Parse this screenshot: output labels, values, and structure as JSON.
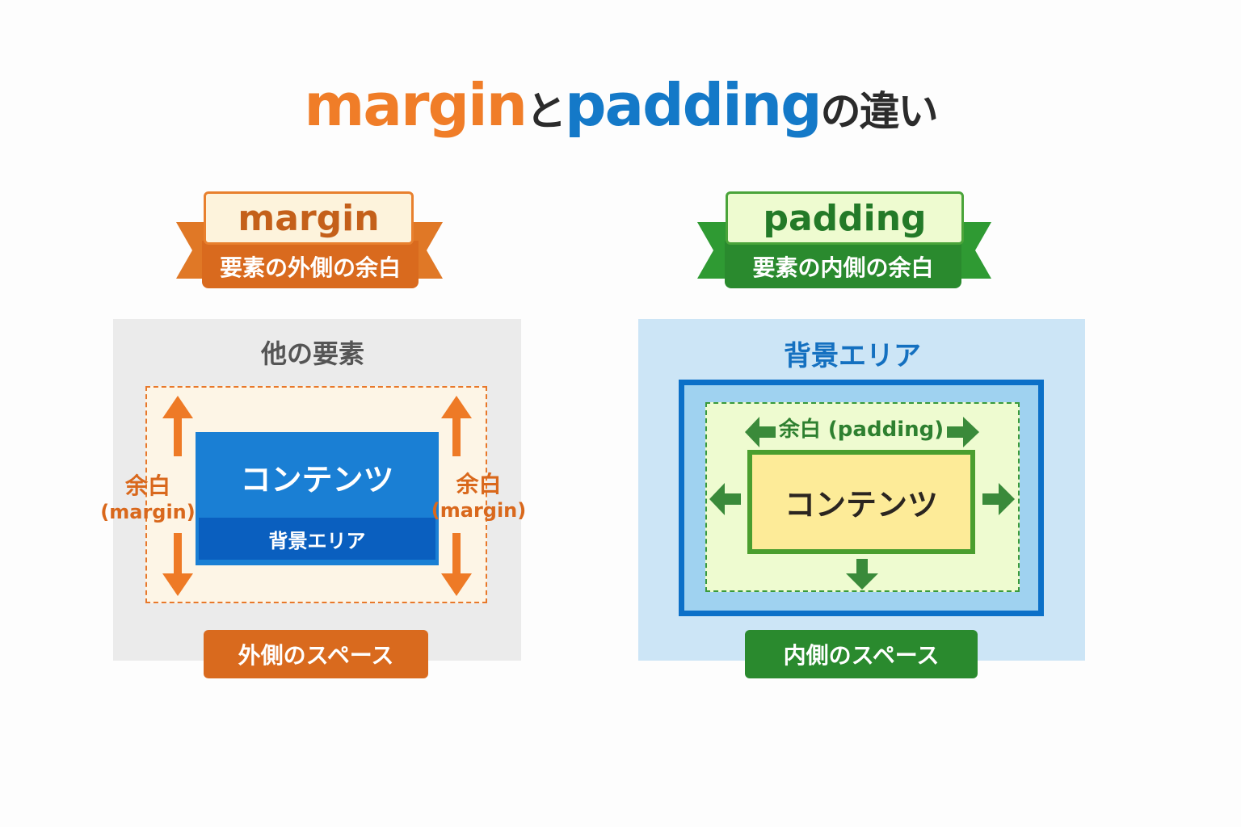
{
  "title": {
    "part1": "margin",
    "part2": "と",
    "part3": "padding",
    "part4": "の違い"
  },
  "margin": {
    "badge": "margin",
    "subtitle": "要素の外側の余白",
    "outer_label": "他の要素",
    "content": "コンテンツ",
    "background": "背景エリア",
    "side_label": "余白",
    "side_label_sub": "(margin)",
    "button": "外側のスペース"
  },
  "padding": {
    "badge": "padding",
    "subtitle": "要素の内側の余白",
    "outer_label": "背景エリア",
    "content": "コンテンツ",
    "inner_label": "余白 (padding)",
    "button": "内側のスペース"
  },
  "colors": {
    "orange": "#f07d28",
    "blue": "#1479c8",
    "green": "#2a8a2e"
  }
}
